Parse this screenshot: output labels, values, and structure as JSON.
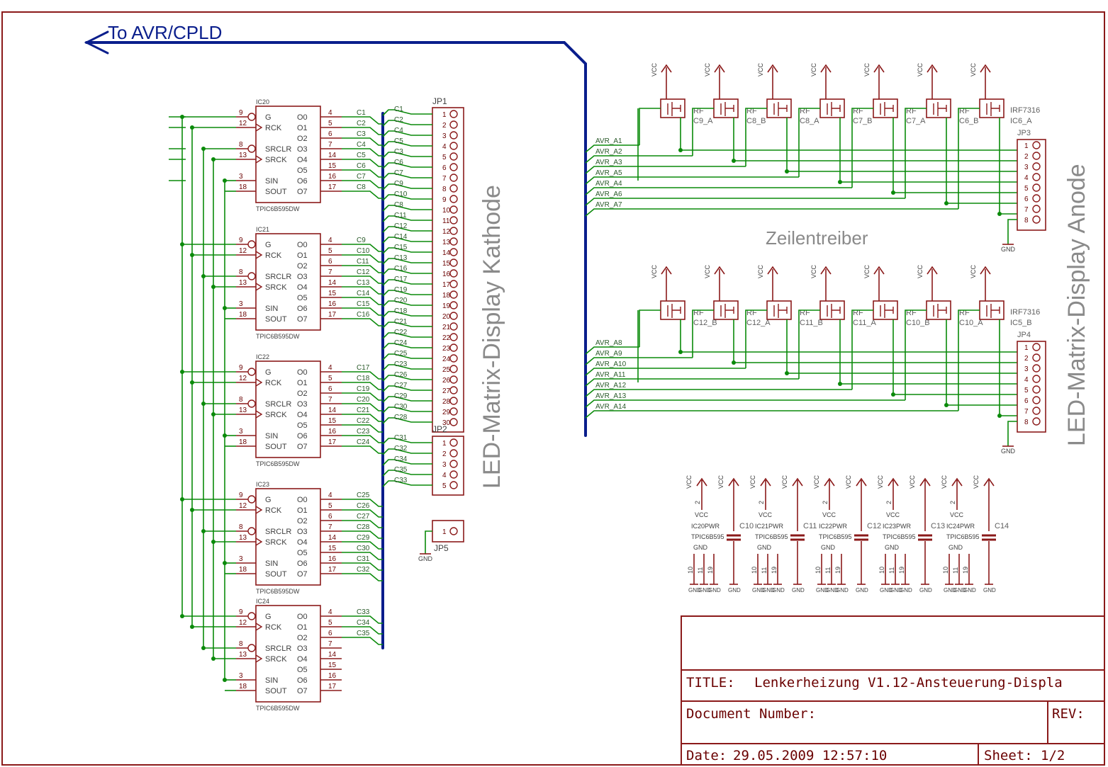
{
  "bus_label": "To AVR/CPLD",
  "section_kathode": "LED-Matrix-Display Kathode",
  "section_anode": "LED-Matrix-Display Anode",
  "section_zeilen": "Zeilentreiber",
  "shift_registers": [
    {
      "name": "IC20",
      "value": "TPIC6B595DW",
      "outputs": [
        "C1",
        "C2",
        "C3",
        "C4",
        "C5",
        "C6",
        "C7",
        "C8"
      ]
    },
    {
      "name": "IC21",
      "value": "TPIC6B595DW",
      "outputs": [
        "C9",
        "C10",
        "C11",
        "C12",
        "C13",
        "C14",
        "C15",
        "C16"
      ]
    },
    {
      "name": "IC22",
      "value": "TPIC6B595DW",
      "outputs": [
        "C17",
        "C18",
        "C19",
        "C20",
        "C21",
        "C22",
        "C23",
        "C24"
      ]
    },
    {
      "name": "IC23",
      "value": "TPIC6B595DW",
      "outputs": [
        "C25",
        "C26",
        "C27",
        "C28",
        "C29",
        "C30",
        "C31",
        "C32"
      ]
    },
    {
      "name": "IC24",
      "value": "TPIC6B595DW",
      "outputs": [
        "C33",
        "C34",
        "C35"
      ]
    }
  ],
  "ic_left_pins": [
    {
      "num": "9",
      "label": "G"
    },
    {
      "num": "12",
      "label": "RCK"
    },
    {
      "num": "8",
      "label": "SRCLR"
    },
    {
      "num": "13",
      "label": "SRCK"
    },
    {
      "num": "3",
      "label": "SIN"
    },
    {
      "num": "18",
      "label": "SOUT"
    }
  ],
  "ic_right_labels": [
    "O0",
    "O1",
    "O2",
    "O3",
    "O4",
    "O5",
    "O6",
    "O7"
  ],
  "ic_right_nums": [
    "4",
    "5",
    "6",
    "7",
    "14",
    "15",
    "16",
    "17"
  ],
  "jp1": {
    "name": "JP1",
    "nets": [
      "C1",
      "C2",
      "C4",
      "C5",
      "C3",
      "C6",
      "C7",
      "C9",
      "C10",
      "C8",
      "C11",
      "C12",
      "C14",
      "C15",
      "C13",
      "C16",
      "C17",
      "C19",
      "C20",
      "C18",
      "C21",
      "C22",
      "C24",
      "C25",
      "C23",
      "C26",
      "C27",
      "C29",
      "C30",
      "C28"
    ]
  },
  "jp2": {
    "name": "JP2",
    "nets": [
      "C31",
      "C32",
      "C34",
      "C35",
      "C33"
    ]
  },
  "jp5": {
    "name": "JP5",
    "pin": "1",
    "gnd": "GND"
  },
  "driver_rows": [
    {
      "header": "JP3",
      "avr": [
        "AVR_A1",
        "AVR_A2",
        "AVR_A3",
        "AVR_A5",
        "AVR_A4",
        "AVR_A6",
        "AVR_A7"
      ],
      "fet_labels": [
        "",
        "C9_A",
        "C8_B",
        "C8_A",
        "C7_B",
        "C7_A",
        "C6_B"
      ],
      "end_value": "IRF7316",
      "end_name": "IC6_A",
      "gnd": "GND"
    },
    {
      "header": "JP4",
      "avr": [
        "AVR_A8",
        "AVR_A9",
        "AVR_A10",
        "AVR_A11",
        "AVR_A12",
        "AVR_A13",
        "AVR_A14"
      ],
      "fet_labels": [
        "",
        "C12_B",
        "C12_A",
        "C11_B",
        "C11_A",
        "C10_B",
        "C10_A"
      ],
      "end_value": "IRF7316",
      "end_name": "IC5_B",
      "gnd": "GND"
    }
  ],
  "fet_prefix": "RF",
  "vcc": "VCC",
  "gnd": "GND",
  "power_blocks": [
    {
      "name": "IC20PWR",
      "cap": "C10"
    },
    {
      "name": "IC21PWR",
      "cap": "C11"
    },
    {
      "name": "IC22PWR",
      "cap": "C12"
    },
    {
      "name": "IC23PWR",
      "cap": "C13"
    },
    {
      "name": "IC24PWR",
      "cap": "C14"
    }
  ],
  "power_pins": {
    "vcc_pin": "2",
    "gnd_pins": [
      "10",
      "11",
      "19"
    ],
    "value": "TPIC6B595"
  },
  "title_block": {
    "title_label": "TITLE:",
    "title": "Lenkerheizung V1.12-Ansteuerung-Displa",
    "doc_label": "Document Number:",
    "rev_label": "REV:",
    "date_label": "Date:",
    "date": "29.05.2009 12:57:10",
    "sheet_label": "Sheet:",
    "sheet": "1/2"
  }
}
